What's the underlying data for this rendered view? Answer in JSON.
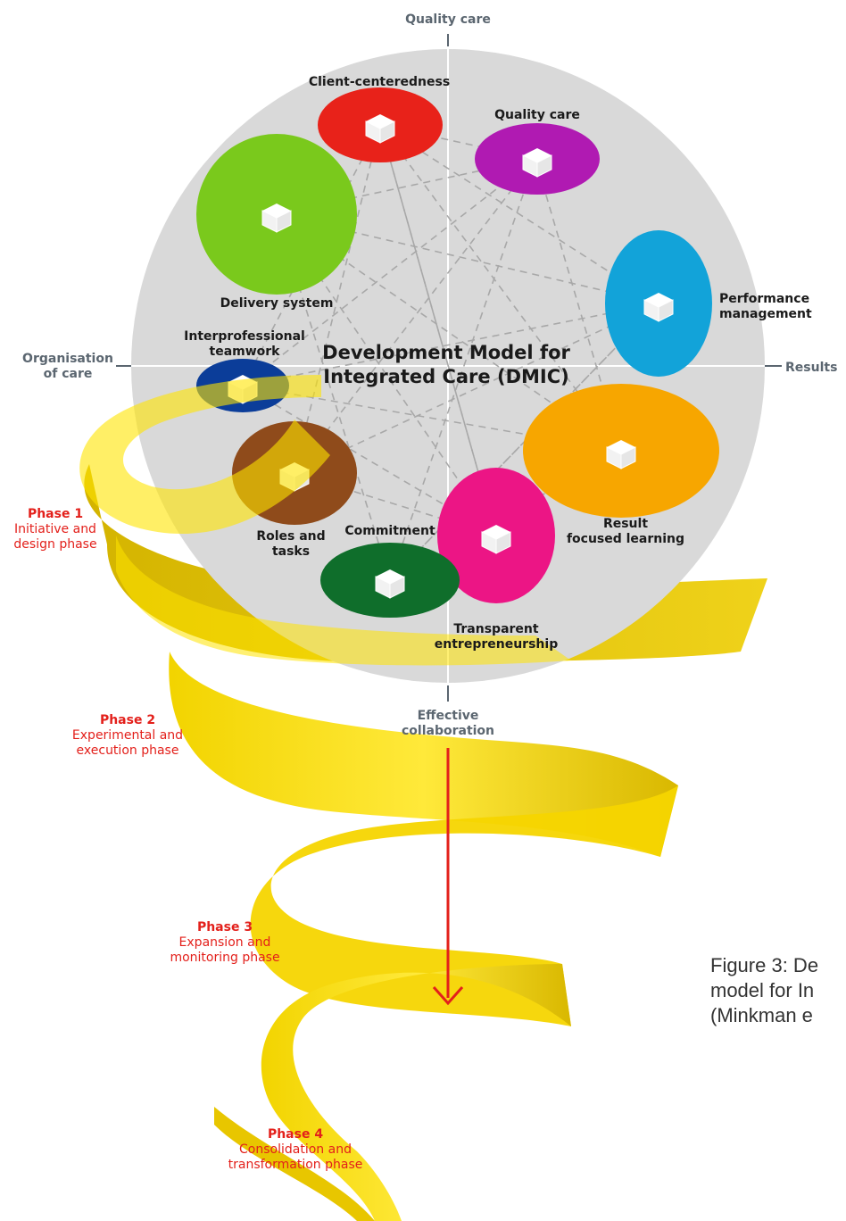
{
  "axes": {
    "top": "Quality care",
    "left_line1": "Organisation",
    "left_line2": "of care",
    "right": "Results",
    "bottom_line1": "Effective",
    "bottom_line2": "collaboration"
  },
  "title": {
    "line1": "Development Model for",
    "line2": "Integrated Care (DMIC)"
  },
  "clusters": {
    "client_centeredness": {
      "label": "Client-centeredness",
      "color": "#e8221a"
    },
    "quality_care": {
      "label": "Quality care",
      "color": "#b01ab2"
    },
    "delivery_system": {
      "label": "Delivery system",
      "color": "#7ac91c"
    },
    "performance_management": {
      "line1": "Performance",
      "line2": "management",
      "color": "#12a3d9"
    },
    "interprofessional_teamwork": {
      "line1": "Interprofessional",
      "line2": "teamwork",
      "color": "#0b3d99"
    },
    "roles_and_tasks": {
      "line1": "Roles and",
      "line2": "tasks",
      "color": "#8f4b1b"
    },
    "commitment": {
      "label": "Commitment",
      "color": "#0f6e2b"
    },
    "transparent_entrepreneurship": {
      "line1": "Transparent",
      "line2": "entrepreneurship",
      "color": "#ec1585"
    },
    "result_focused_learning": {
      "line1": "Result",
      "line2": "focused learning",
      "color": "#f7a600"
    }
  },
  "phases": [
    {
      "name": "Phase 1",
      "line1": "Initiative and",
      "line2": "design phase"
    },
    {
      "name": "Phase 2",
      "line1": "Experimental and",
      "line2": "execution phase"
    },
    {
      "name": "Phase 3",
      "line1": "Expansion and",
      "line2": "monitoring phase"
    },
    {
      "name": "Phase 4",
      "line1": "Consolidation and",
      "line2": "transformation phase"
    }
  ],
  "caption": {
    "line1": "Figure 3: De",
    "line2": "model for In",
    "line3": "(Minkman e"
  }
}
